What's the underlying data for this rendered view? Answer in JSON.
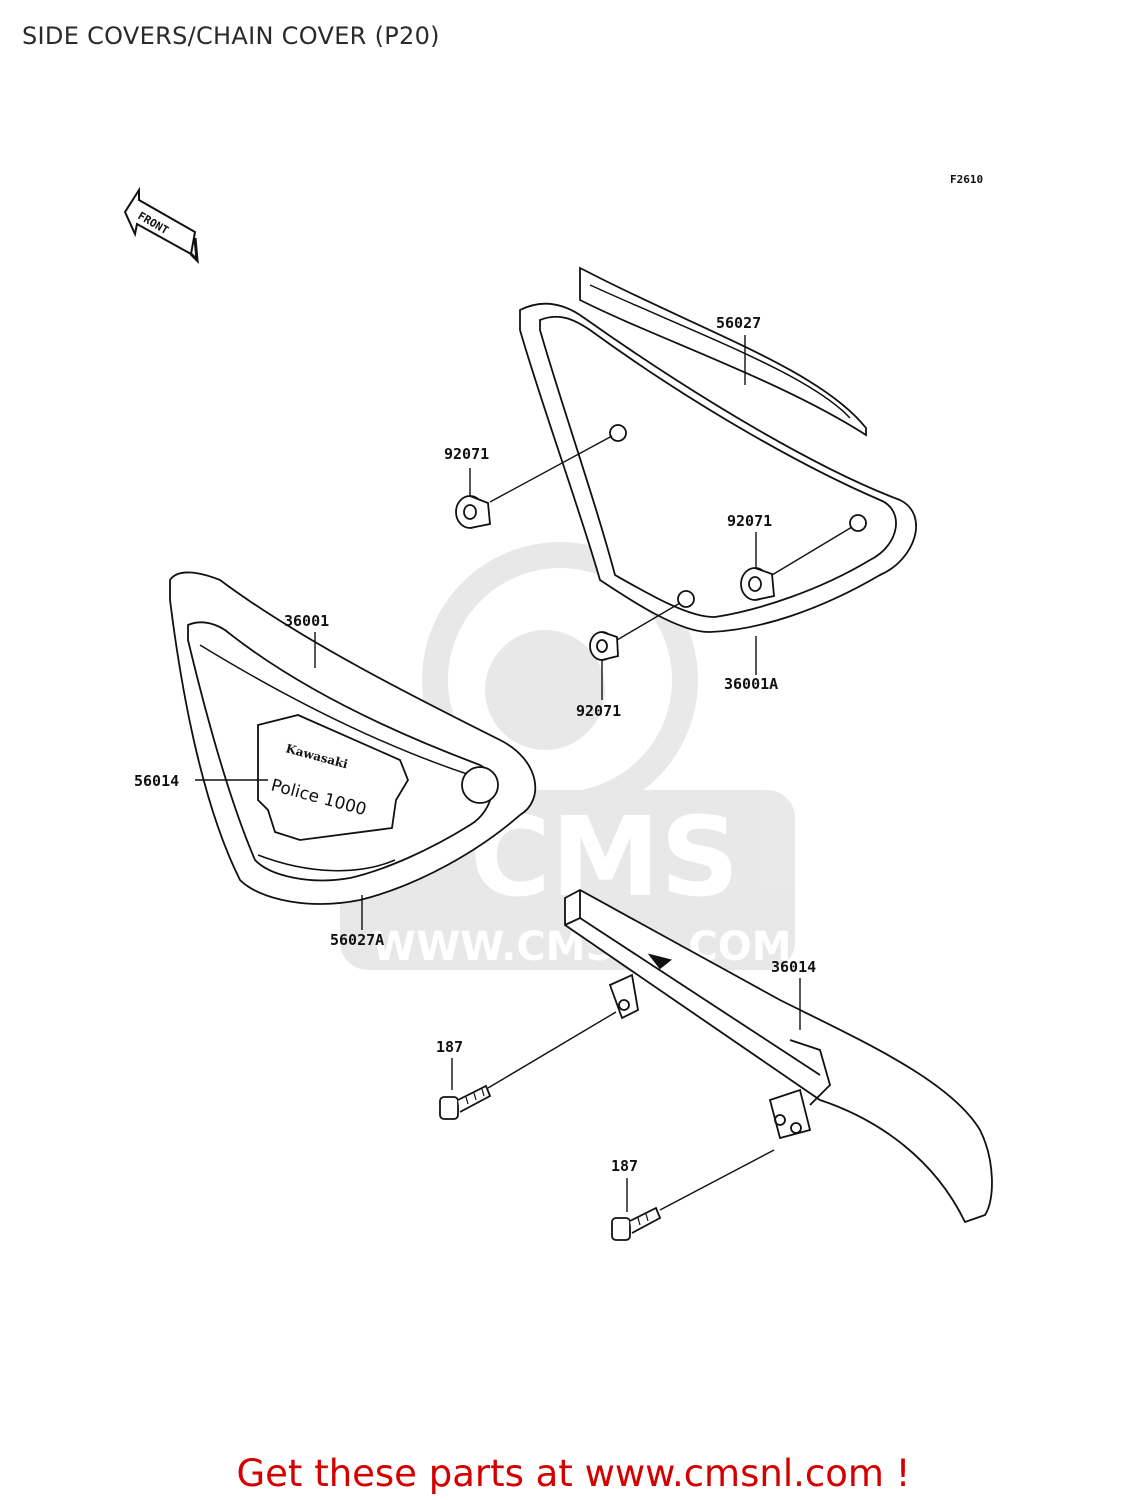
{
  "page_title": "SIDE COVERS/CHAIN COVER (P20)",
  "figure_code": "F2610",
  "front_marker": "FRONT",
  "watermark": {
    "logo": "CMS",
    "url": "WWW.CMSNL.COM"
  },
  "emblem": {
    "brand": "Kawasaki",
    "model": "Police 1000"
  },
  "part_labels": [
    {
      "id": "56027",
      "text": "56027"
    },
    {
      "id": "92071-a",
      "text": "92071"
    },
    {
      "id": "92071-b",
      "text": "92071"
    },
    {
      "id": "36001a",
      "text": "36001A"
    },
    {
      "id": "92071-c",
      "text": "92071"
    },
    {
      "id": "36001",
      "text": "36001"
    },
    {
      "id": "56014",
      "text": "56014"
    },
    {
      "id": "56027a",
      "text": "56027A"
    },
    {
      "id": "36014",
      "text": "36014"
    },
    {
      "id": "187-a",
      "text": "187"
    },
    {
      "id": "187-b",
      "text": "187"
    }
  ],
  "footer": {
    "cta": "Get these parts at www.cmsnl.com !",
    "color": "#d40000"
  }
}
